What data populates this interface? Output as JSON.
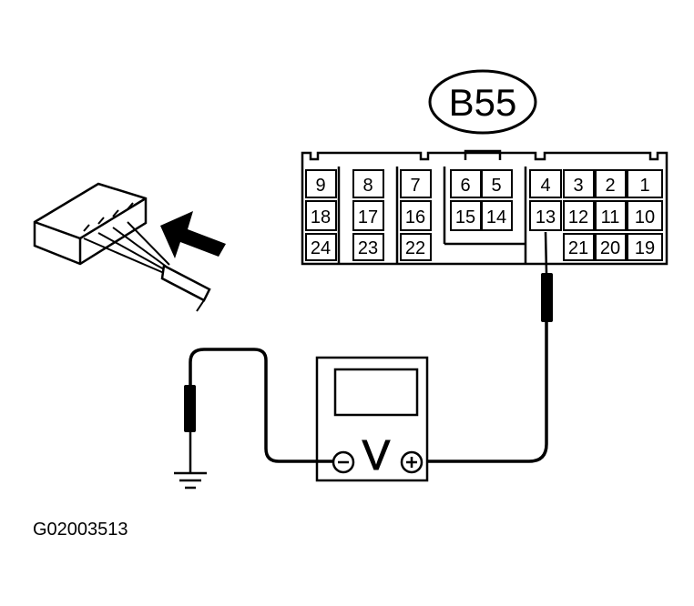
{
  "connector_id": "B55",
  "figure_code": "G02003513",
  "meter_symbol": "V",
  "meter_negative": "−",
  "meter_positive": "+",
  "colors": {
    "ink": "#000000",
    "paper": "#ffffff"
  },
  "icons": [
    "connector-plug-icon",
    "insert-arrow-icon",
    "ground-symbol-icon",
    "voltmeter-icon",
    "probe-icon"
  ],
  "pins": {
    "p1": "1",
    "p2": "2",
    "p3": "3",
    "p4": "4",
    "p5": "5",
    "p6": "6",
    "p7": "7",
    "p8": "8",
    "p9": "9",
    "p10": "10",
    "p11": "11",
    "p12": "12",
    "p13": "13",
    "p14": "14",
    "p15": "15",
    "p16": "16",
    "p17": "17",
    "p18": "18",
    "p19": "19",
    "p20": "20",
    "p21": "21",
    "p22": "22",
    "p23": "23",
    "p24": "24"
  }
}
